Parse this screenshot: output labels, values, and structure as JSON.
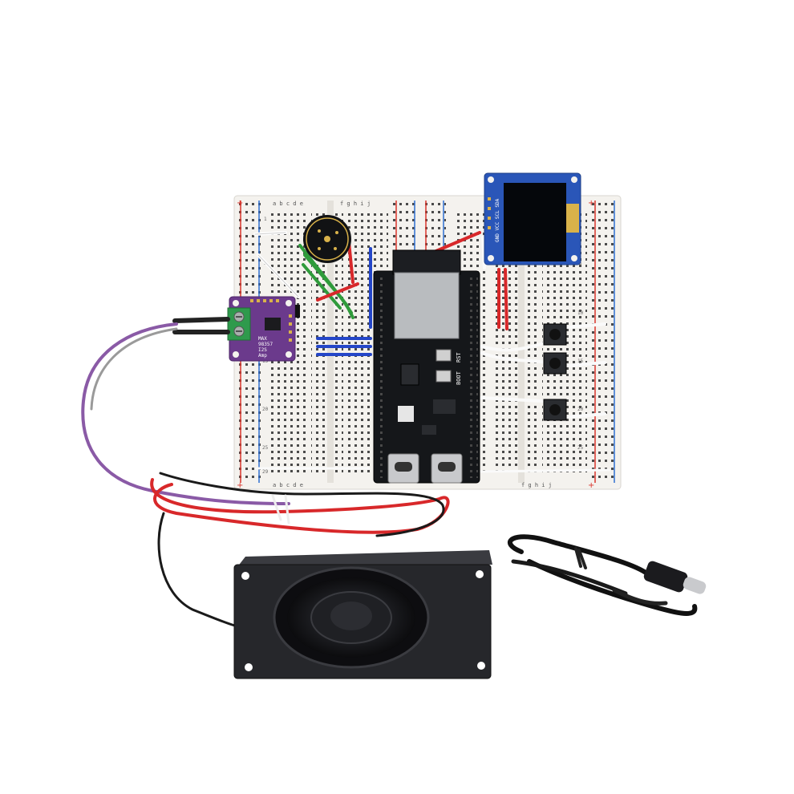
{
  "breadboard": {
    "column_letters_left": "a b c d e",
    "column_letters_right": "f g h i j",
    "row_numbers": [
      "1",
      "5",
      "10",
      "15",
      "20",
      "25",
      "29"
    ]
  },
  "oled": {
    "pin_label": "GND VCC SCL SDA"
  },
  "esp32": {
    "button_labels": [
      "RST",
      "BOOT"
    ]
  },
  "amp_module": {
    "label_lines": [
      "MAX",
      "98357",
      "I2S",
      "Amp"
    ]
  },
  "colors": {
    "breadboard": "#f4f2ee",
    "rail_red": "#d9342b",
    "rail_blue": "#2f6fd1",
    "esp32_board": "#15171a",
    "oled_pcb": "#2a56b8",
    "amp_pcb": "#6b3a8c",
    "terminal_block": "#2f9a4c",
    "speaker": "#26272b",
    "wire_red": "#d8282a",
    "wire_green": "#2f9b3b",
    "wire_blue": "#2446c8",
    "wire_purple": "#8a5aa6"
  },
  "icons": [
    "microphone-icon",
    "usb-c-cable-icon",
    "tactile-button-icon"
  ]
}
